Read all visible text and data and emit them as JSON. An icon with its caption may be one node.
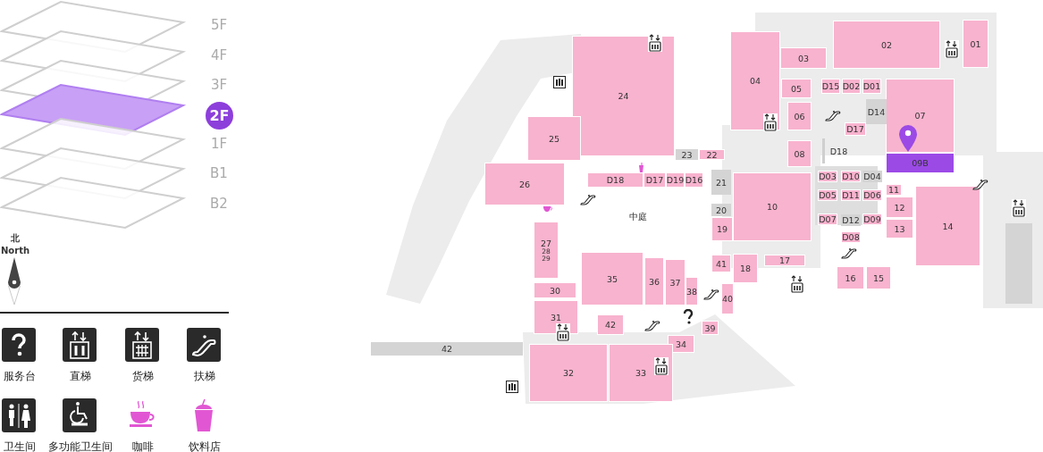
{
  "diagram": {
    "nodes": [
      {
        "text": [
          "2F"
        ]
      },
      {
        "text": [
          "01"
        ]
      },
      {
        "text": [
          "02"
        ]
      },
      {
        "text": [
          "03"
        ]
      },
      {
        "text": [
          "04"
        ]
      },
      {
        "text": [
          "24"
        ]
      },
      {
        "text": [
          "05"
        ]
      },
      {
        "text": [
          "D15"
        ]
      },
      {
        "text": [
          "D02"
        ]
      },
      {
        "text": [
          "D01"
        ]
      },
      {
        "text": [
          "07"
        ]
      },
      {
        "text": [
          "D14"
        ]
      },
      {
        "text": [
          "06"
        ]
      },
      {
        "text": [
          "D17"
        ]
      },
      {
        "text": [
          "D18"
        ]
      },
      {
        "text": [
          "08"
        ]
      },
      {
        "text": [
          "09B"
        ]
      },
      {
        "text": [
          "22"
        ]
      },
      {
        "text": [
          "23"
        ]
      },
      {
        "text": [
          "25"
        ]
      },
      {
        "text": [
          "D18"
        ]
      },
      {
        "text": [
          "D17"
        ]
      },
      {
        "text": [
          "D19"
        ]
      },
      {
        "text": [
          "D16"
        ]
      },
      {
        "text": [
          "21"
        ]
      },
      {
        "text": [
          "D03"
        ]
      },
      {
        "text": [
          "D10"
        ]
      },
      {
        "text": [
          "D04"
        ]
      },
      {
        "text": [
          "26"
        ]
      },
      {
        "text": [
          "11"
        ]
      },
      {
        "text": [
          "D05"
        ]
      },
      {
        "text": [
          "D11"
        ]
      },
      {
        "text": [
          "D06"
        ]
      },
      {
        "text": [
          "12"
        ]
      },
      {
        "text": [
          "20"
        ]
      },
      {
        "text": [
          "10"
        ]
      },
      {
        "text": [
          "D07"
        ]
      },
      {
        "text": [
          "D12"
        ]
      },
      {
        "text": [
          "D09"
        ]
      },
      {
        "text": [
          "19"
        ]
      },
      {
        "text": [
          "13"
        ]
      },
      {
        "text": [
          "14"
        ]
      },
      {
        "text": [
          "D08"
        ]
      },
      {
        "text": [
          "27",
          "28",
          "29"
        ]
      },
      {
        "text": [
          "17"
        ]
      },
      {
        "text": [
          "41"
        ]
      },
      {
        "text": [
          "18"
        ]
      },
      {
        "text": [
          "16"
        ]
      },
      {
        "text": [
          "15"
        ]
      },
      {
        "text": [
          "30"
        ]
      },
      {
        "text": [
          "35"
        ]
      },
      {
        "text": [
          "36"
        ]
      },
      {
        "text": [
          "37"
        ]
      },
      {
        "text": [
          "38"
        ]
      },
      {
        "text": [
          "40"
        ]
      },
      {
        "text": [
          "31"
        ]
      },
      {
        "text": [
          "42"
        ]
      },
      {
        "text": [
          "39"
        ]
      },
      {
        "text": [
          "34"
        ]
      },
      {
        "text": [
          "42"
        ]
      },
      {
        "text": [
          "32"
        ]
      },
      {
        "text": [
          "33"
        ]
      }
    ],
    "labels": [
      "5F",
      "4F",
      "3F",
      "1F",
      "B1",
      "B2",
      "北",
      "North",
      "中庭"
    ],
    "legend": [
      {
        "text": "服务台"
      },
      {
        "text": "直梯"
      },
      {
        "text": "货梯"
      },
      {
        "text": "扶梯"
      },
      {
        "text": "卫生间"
      },
      {
        "text": "多功能卫生间"
      },
      {
        "text": "咖啡"
      },
      {
        "text": "饮料店"
      }
    ]
  }
}
